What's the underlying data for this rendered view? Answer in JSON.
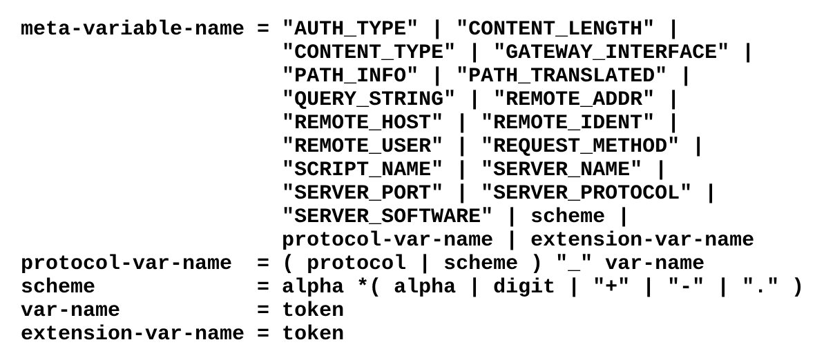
{
  "text_color": "#000000",
  "background_color": "#ffffff",
  "grammar": {
    "lines": [
      "meta-variable-name = \"AUTH_TYPE\" | \"CONTENT_LENGTH\" |",
      "                     \"CONTENT_TYPE\" | \"GATEWAY_INTERFACE\" |",
      "                     \"PATH_INFO\" | \"PATH_TRANSLATED\" |",
      "                     \"QUERY_STRING\" | \"REMOTE_ADDR\" |",
      "                     \"REMOTE_HOST\" | \"REMOTE_IDENT\" |",
      "                     \"REMOTE_USER\" | \"REQUEST_METHOD\" |",
      "                     \"SCRIPT_NAME\" | \"SERVER_NAME\" |",
      "                     \"SERVER_PORT\" | \"SERVER_PROTOCOL\" |",
      "                     \"SERVER_SOFTWARE\" | scheme |",
      "                     protocol-var-name | extension-var-name",
      "protocol-var-name  = ( protocol | scheme ) \"_\" var-name",
      "scheme             = alpha *( alpha | digit | \"+\" | \"-\" | \".\" )",
      "var-name           = token",
      "extension-var-name = token"
    ]
  }
}
